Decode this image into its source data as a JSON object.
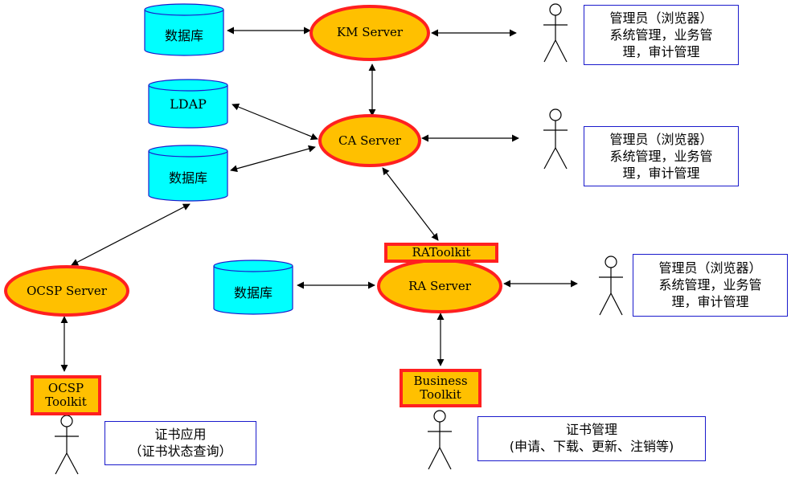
{
  "servers": {
    "km": "KM Server",
    "ca": "CA Server",
    "ra": "RA Server",
    "ocsp": "OCSP Server"
  },
  "databases": {
    "db_km": "数据库",
    "ldap": "LDAP",
    "db_ca": "数据库",
    "db_ra": "数据库"
  },
  "toolkits": {
    "ra_toolkit": "RAToolkit",
    "business_toolkit": [
      "Business",
      "Toolkit"
    ],
    "ocsp_toolkit": [
      "OCSP",
      "Toolkit"
    ]
  },
  "notes": {
    "km_admin": [
      "管理员（浏览器）",
      "系统管理，业务管",
      "理，审计管理"
    ],
    "ca_admin": [
      "管理员（浏览器）",
      "系统管理，业务管",
      "理，审计管理"
    ],
    "ra_admin": [
      "管理员（浏览器）",
      "系统管理，业务管",
      "理，审计管理"
    ],
    "cert_app": [
      "证书应用",
      "（证书状态查询）"
    ],
    "cert_mgmt": [
      "证书管理",
      "(申请、下载、更新、注销等)"
    ]
  },
  "colors": {
    "server_fill": "#ffc000",
    "server_border": "#ff2020",
    "database_fill": "#00ffff",
    "note_border": "#1a1acc"
  }
}
